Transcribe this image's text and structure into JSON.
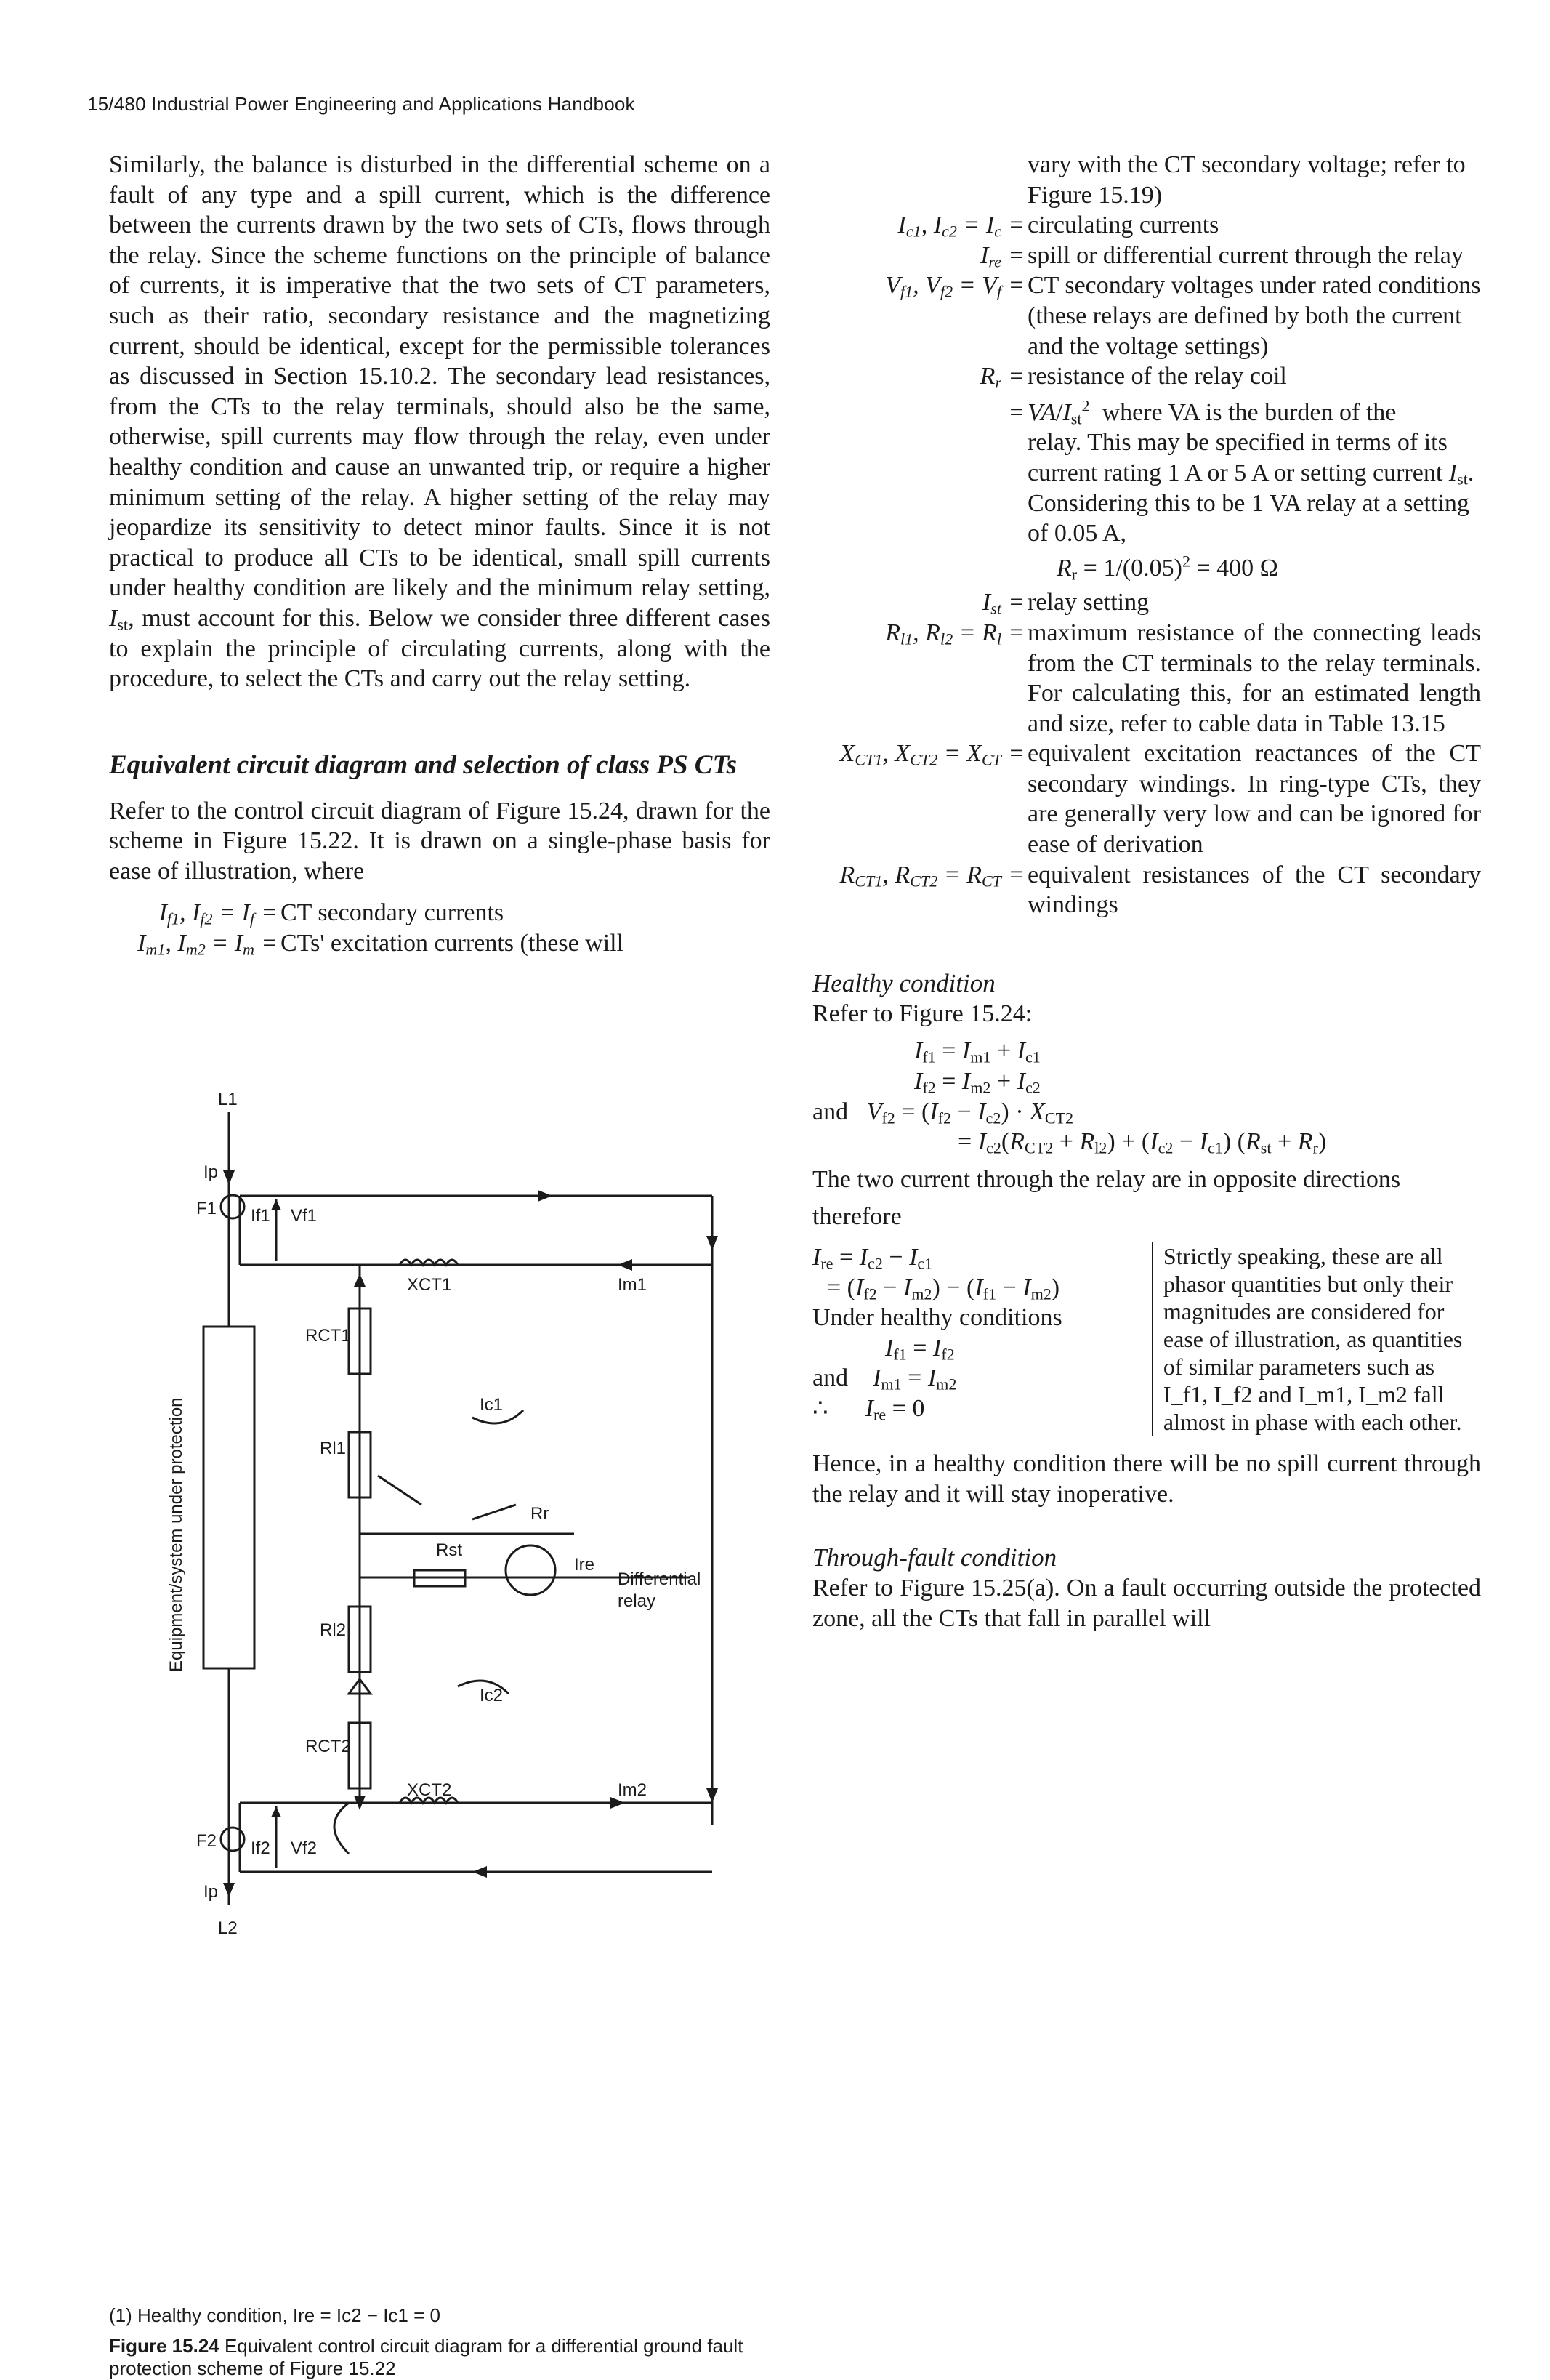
{
  "header": {
    "running_head": "15/480 Industrial Power Engineering and Applications Handbook"
  },
  "left": {
    "para1": "Similarly, the balance is disturbed in the differential scheme on a fault of any type and a spill current, which is the difference between the currents drawn by the two sets of CTs, flows through the relay. Since the scheme functions on the principle of balance of currents, it is imperative that the two sets of CT parameters, such as their ratio, secondary resistance and the magnetizing current, should be identical, except for the permissible tolerances as discussed in Section 15.10.2. The secondary lead resistances, from the CTs to the relay terminals, should also be the same, otherwise, spill currents may flow through the relay, even under healthy condition and cause an unwanted trip, or require a higher minimum setting of the relay. A higher setting of the relay may jeopardize its sensitivity to detect minor faults. Since it is not practical to produce all CTs to be identical, small spill currents under healthy condition are likely and the minimum relay setting, ",
    "para1_sym": "I",
    "para1_sub": "st",
    "para1_tail": ", must account for this. Below we consider three different cases to explain the principle of circulating currents, along with the procedure, to select the CTs and carry out the relay setting.",
    "heading": "Equivalent circuit diagram and selection of class PS CTs",
    "para2": "Refer to the control circuit diagram of Figure 15.24, drawn for the scheme in Figure 15.22. It is drawn on a single-phase basis for ease of illustration, where",
    "def1_sym": "I_f1, I_f2 = I_f",
    "def1_text": "CT secondary currents",
    "def2_sym": "I_m1, I_m2 = I_m",
    "def2_text": "CTs' excitation currents (these will"
  },
  "right": {
    "cont_text": "vary with the CT secondary voltage; refer to Figure 15.19)",
    "defs": [
      {
        "sym": "I_c1, I_c2 = I_c",
        "text": "circulating currents"
      },
      {
        "sym": "I_re",
        "text": "spill or differential current through the relay"
      },
      {
        "sym": "V_f1, V_f2 = V_f",
        "text": "CT secondary voltages under rated conditions (these relays are defined by both the current and the voltage settings)"
      },
      {
        "sym": "R_r",
        "text": "resistance of the relay coil"
      },
      {
        "sym": "I_st",
        "text": "relay setting"
      },
      {
        "sym": "R_l1, R_l2 = R_l",
        "text": "maximum resistance of the connecting leads from the CT terminals to the relay terminals. For calculating this, for an estimated length and size, refer to cable data in Table 13.15"
      },
      {
        "sym": "X_CT1, X_CT2 = X_CT",
        "text": "equivalent excitation reactances of the CT secondary windings. In ring-type CTs, they are generally very low and can be ignored for ease of derivation"
      },
      {
        "sym": "R_CT1, R_CT2 = R_CT",
        "text": "equivalent resistances of the CT secondary windings"
      }
    ],
    "rr_formula_text": "where VA is the burden of the",
    "rr_para": "relay. This may be specified in terms of its current rating 1 A or 5 A or setting current",
    "rr_para_tail": ". Considering this to be 1 VA relay at a setting of 0.05 A,",
    "rr_calc_num": "1",
    "rr_calc_den": "(0.05)",
    "rr_calc_result": "= 400 Ω",
    "healthy_heading": "Healthy condition",
    "healthy_ref": "Refer to Figure 15.24:",
    "eq1": "I_f1 = I_m1 + I_c1",
    "eq2": "I_f2 = I_m2 + I_c2",
    "eq_and": "and",
    "eq3": "V_f2 = (I_f2 − I_c2) · X_CT2",
    "eq4": "= I_c2(R_CT2 + R_l2) + (I_c2 − I_c1) (R_st + R_r)",
    "relay_text": "The two current through the relay are in opposite directions",
    "therefore": "therefore",
    "ire_eq1": "I_re = I_c2 − I_c1",
    "ire_eq2": "= (I_f2 − I_m2) − (I_f1 − I_m2)",
    "under_healthy": "Under healthy conditions",
    "h_eq1": "I_f1 = I_f2",
    "h_and": "and",
    "h_eq2": "I_m1 = I_m2",
    "h_therefore": "∴",
    "h_eq3": "I_re = 0",
    "brace_note": "Strictly speaking, these are all phasor quantities but only their magnitudes are considered for ease of illustration, as quantities of similar parameters such as I_f1, I_f2 and I_m1, I_m2 fall almost in phase with each other.",
    "hence": "Hence, in a healthy condition there will be no spill current through the relay and it will stay inoperative.",
    "tf_heading": "Through-fault condition",
    "tf_para": "Refer to Figure 15.25(a). On a fault occurring outside the protected zone, all the CTs that fall in parallel will"
  },
  "figure": {
    "labels": {
      "L1": "L1",
      "L2": "L2",
      "Ip": "Ip",
      "F1": "F1",
      "F2": "F2",
      "If1": "If1",
      "Vf1": "Vf1",
      "If2": "If2",
      "Vf2": "Vf2",
      "XCT1": "XCT1",
      "XCT2": "XCT2",
      "Im1": "Im1",
      "Im2": "Im2",
      "RCT1": "RCT1",
      "RCT2": "RCT2",
      "Rl1": "Rl1",
      "Rl2": "Rl2",
      "Ic1": "Ic1",
      "Ic2": "Ic2",
      "Rst": "Rst",
      "Rr": "Rr",
      "Ire": "Ire",
      "equipment": "Equipment/system under protection",
      "differential": "Differential",
      "relay": "relay"
    },
    "subcaption": "(1) Healthy condition, Ire = Ic2 − Ic1 = 0",
    "caption_bold": "Figure 15.24",
    "caption_text": "Equivalent control circuit diagram for a differential ground fault protection scheme of Figure 15.22"
  }
}
